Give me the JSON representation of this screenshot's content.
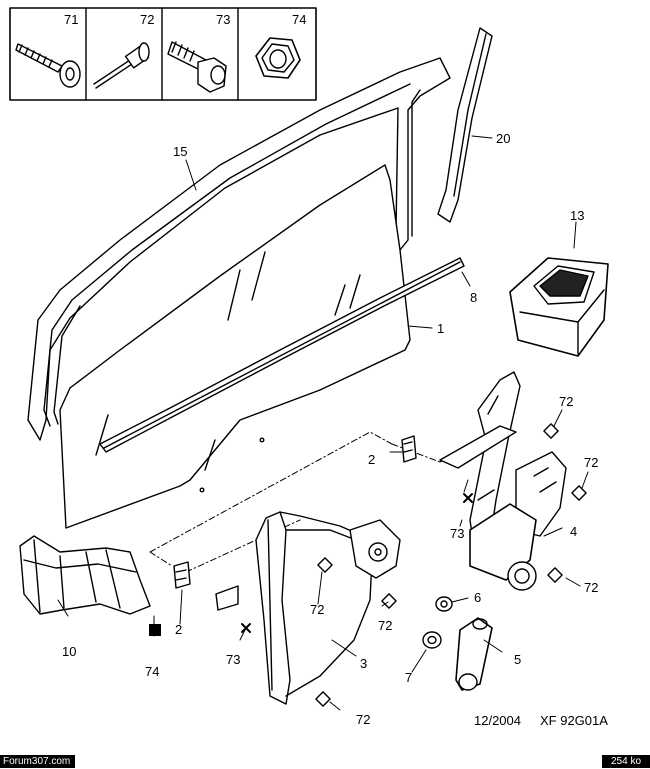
{
  "fastener_panels": [
    {
      "ref": "71",
      "icon": "screw-icon"
    },
    {
      "ref": "72",
      "icon": "rivet-icon"
    },
    {
      "ref": "73",
      "icon": "bolt-icon"
    },
    {
      "ref": "74",
      "icon": "nut-icon"
    }
  ],
  "parts": {
    "p1": "1",
    "p2a": "2",
    "p2b": "2",
    "p3": "3",
    "p4": "4",
    "p5": "5",
    "p6": "6",
    "p7": "7",
    "p8": "8",
    "p10": "10",
    "p13": "13",
    "p15": "15",
    "p20": "20",
    "p72a": "72",
    "p72b": "72",
    "p72c": "72",
    "p72d": "72",
    "p72e": "72",
    "p72f": "72",
    "p73a": "73",
    "p73b": "73",
    "p74": "74"
  },
  "footer": {
    "date": "12/2004",
    "code": "XF 92G01A",
    "watermark": "Forum307.com",
    "size": "254 ko"
  }
}
